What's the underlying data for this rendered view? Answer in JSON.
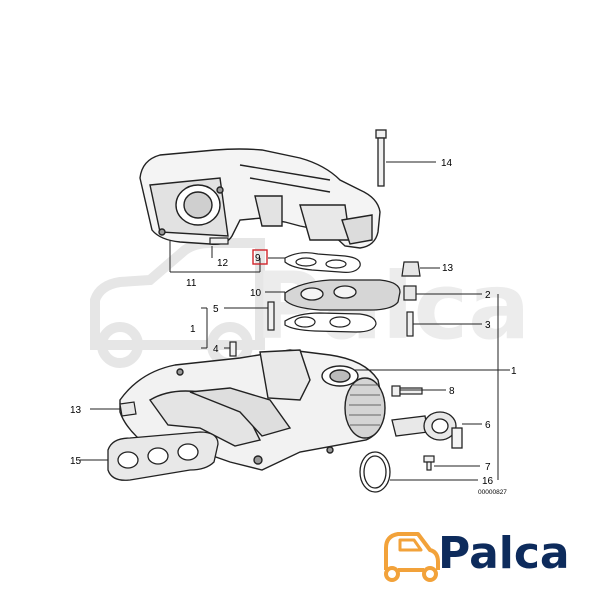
{
  "diagram": {
    "ref_number": "00000827",
    "highlighted_part": "9",
    "callouts": [
      {
        "id": "14",
        "label": "14"
      },
      {
        "id": "9",
        "label": "9"
      },
      {
        "id": "13a",
        "label": "13"
      },
      {
        "id": "12",
        "label": "12"
      },
      {
        "id": "11",
        "label": "11"
      },
      {
        "id": "10",
        "label": "10"
      },
      {
        "id": "2",
        "label": "2"
      },
      {
        "id": "5",
        "label": "5"
      },
      {
        "id": "3",
        "label": "3"
      },
      {
        "id": "1a",
        "label": "1"
      },
      {
        "id": "4",
        "label": "4"
      },
      {
        "id": "1b",
        "label": "1"
      },
      {
        "id": "8",
        "label": "8"
      },
      {
        "id": "13b",
        "label": "13"
      },
      {
        "id": "6",
        "label": "6"
      },
      {
        "id": "15",
        "label": "15"
      },
      {
        "id": "7",
        "label": "7"
      },
      {
        "id": "16",
        "label": "16"
      }
    ]
  },
  "brand": {
    "name": "Palca",
    "color": "#0d2b5c",
    "accent": "#f2a23a"
  }
}
